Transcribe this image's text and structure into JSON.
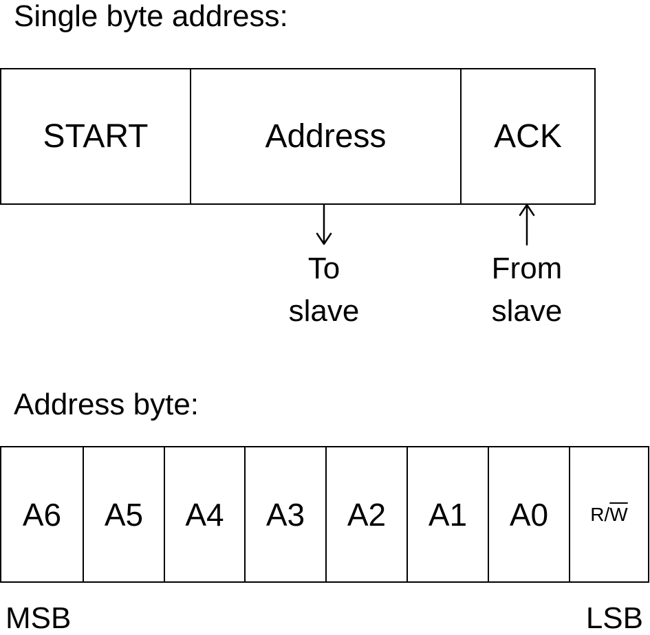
{
  "single_byte": {
    "heading": "Single byte address:",
    "fields": [
      {
        "label": "START"
      },
      {
        "label": "Address"
      },
      {
        "label": "ACK"
      }
    ],
    "to_slave": {
      "line1": "To",
      "line2": "slave"
    },
    "from_slave": {
      "line1": "From",
      "line2": "slave"
    }
  },
  "address_byte": {
    "heading": "Address byte:",
    "bits": [
      "A6",
      "A5",
      "A4",
      "A3",
      "A2",
      "A1",
      "A0"
    ],
    "rw": {
      "r": "R/",
      "w": "W"
    },
    "msb": "MSB",
    "lsb": "LSB"
  }
}
